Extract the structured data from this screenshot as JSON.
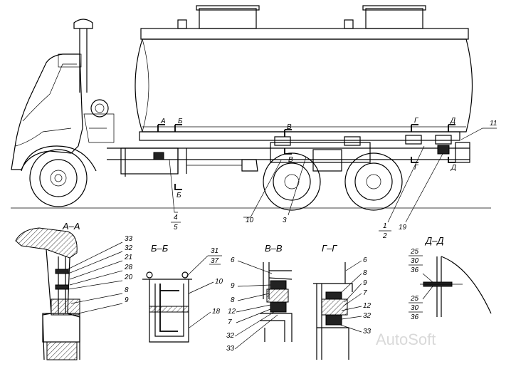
{
  "callouts": {
    "c11": "11",
    "c10": "10",
    "c3": "3",
    "c1": "1",
    "c2": "2",
    "c19": "19",
    "c4": "4",
    "c5": "5",
    "secA": "А",
    "secB": "Б",
    "secB2": "Б",
    "secV": "В",
    "secV2": "В",
    "secG": "Г",
    "secG2": "Г",
    "secD": "Д",
    "secD2": "Д"
  },
  "sections": {
    "aa": {
      "title": "А–А",
      "labels": [
        "33",
        "32",
        "21",
        "28",
        "20",
        "8",
        "9"
      ]
    },
    "bb": {
      "title": "Б–Б",
      "labels": [
        "31",
        "37",
        "10",
        "18"
      ]
    },
    "vv": {
      "title": "В–В",
      "labels": [
        "6",
        "9",
        "8",
        "12",
        "7",
        "32",
        "33"
      ]
    },
    "gg": {
      "title": "Г–Г",
      "labels": [
        "6",
        "8",
        "9",
        "7",
        "12",
        "32",
        "33"
      ]
    },
    "dd": {
      "title": "Д–Д",
      "labels": [
        "25",
        "30",
        "36",
        "25",
        "30",
        "36"
      ]
    }
  },
  "watermark": "AutoSoft"
}
